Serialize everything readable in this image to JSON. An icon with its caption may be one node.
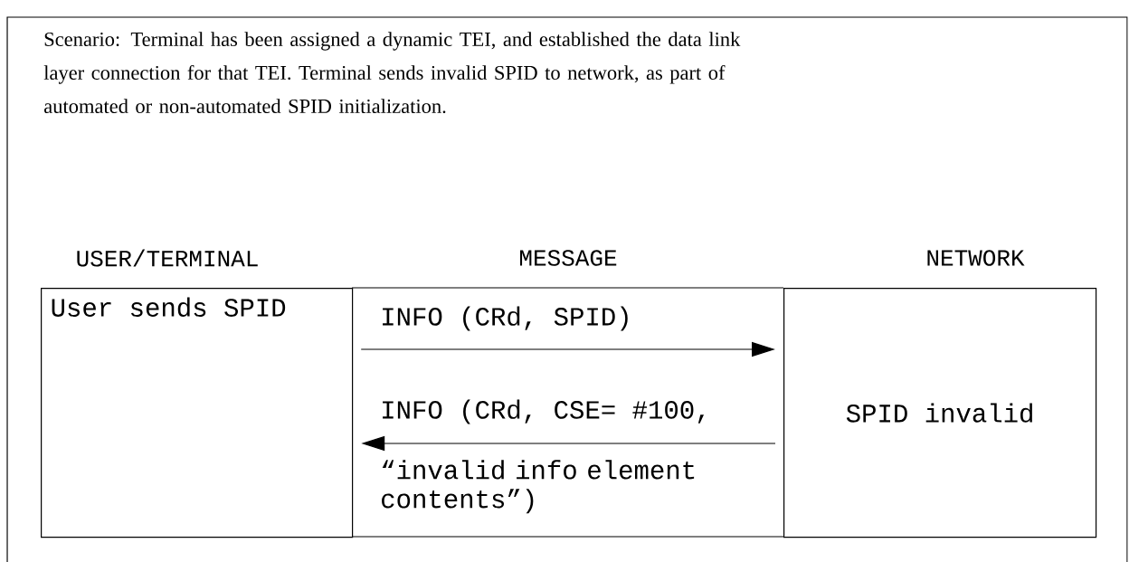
{
  "diagram": {
    "nodes": [
      {
        "text": [
          "User sends SPID"
        ]
      },
      {
        "text": [
          "SPID invalid"
        ]
      }
    ],
    "edges": [
      {
        "from": 0,
        "to": 1,
        "arrow": "to",
        "label": "INFO (CRd, SPID)"
      },
      {
        "from": 1,
        "to": 0,
        "arrow": "to",
        "label": "INFO (CRd, CSE= #100,"
      }
    ],
    "labels": [
      "Scenario: Terminal has been assigned a dynamic TEI, and established the data link layer connection for that TEI. Terminal sends invalid SPID to network, as part of automated or non-automated SPID initialization.",
      "USER/TERMINAL",
      "MESSAGE",
      "NETWORK",
      "“invalid info element contents”)"
    ]
  }
}
